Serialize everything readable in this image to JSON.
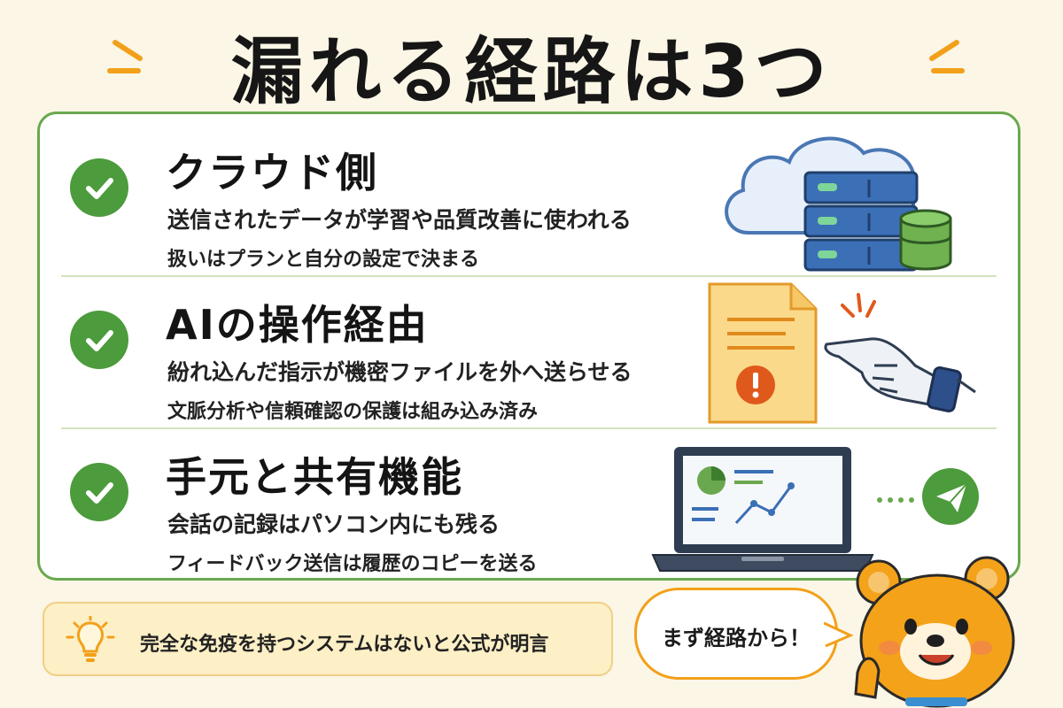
{
  "title": "漏れる経路は3つ",
  "colors": {
    "accent_green": "#4c9b3c",
    "border_green": "#6aa84f",
    "orange": "#f2a01a",
    "background": "#fbf6e6"
  },
  "sections": [
    {
      "heading": "クラウド側",
      "line1": "送信されたデータが学習や品質改善に使われる",
      "line2": "扱いはプランと自分の設定で決まる",
      "icon": "cloud-server-icon"
    },
    {
      "heading": "AIの操作経由",
      "line1": "紛れ込んだ指示が機密ファイルを外へ送らせる",
      "line2": "文脈分析や信頼確認の保護は組み込み済み",
      "icon": "document-warning-robot-hand-icon"
    },
    {
      "heading": "手元と共有機能",
      "line1": "会話の記録はパソコン内にも残る",
      "line2": "フィードバック送信は履歴のコピーを送る",
      "icon": "laptop-send-icon"
    }
  ],
  "note": {
    "text": "完全な免疫を持つシステムはないと公式が明言",
    "icon": "lightbulb-icon"
  },
  "bubble": {
    "text": "まず経路から！"
  },
  "mascot": {
    "icon": "bear-mascot-icon"
  }
}
